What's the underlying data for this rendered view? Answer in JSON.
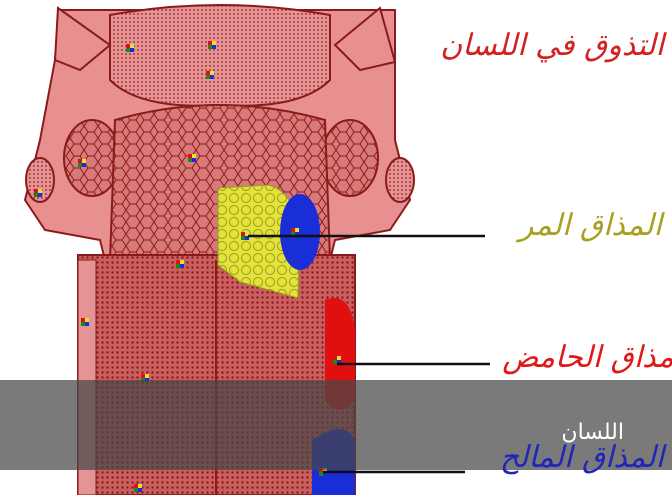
{
  "diagram": {
    "title": "التذوق في اللسان",
    "labels": {
      "bitter": "المذاق المر",
      "sour": "مذاق الحامض",
      "salty": "المذاق المالح"
    }
  },
  "caption": "اللسان",
  "colors": {
    "tongue_outline": "#8b1a1a",
    "tongue_fill": "#e89090",
    "tongue_dark": "#c25050",
    "bitter_zone": "#e2e23a",
    "sour_zone": "#e01010",
    "salty_zone": "#1a2ed8",
    "title_color": "#d42020",
    "bitter_label_color": "#a8a020",
    "sour_label_color": "#e01818",
    "salty_label_color": "#2026b8",
    "caption_bar": "#464646"
  }
}
